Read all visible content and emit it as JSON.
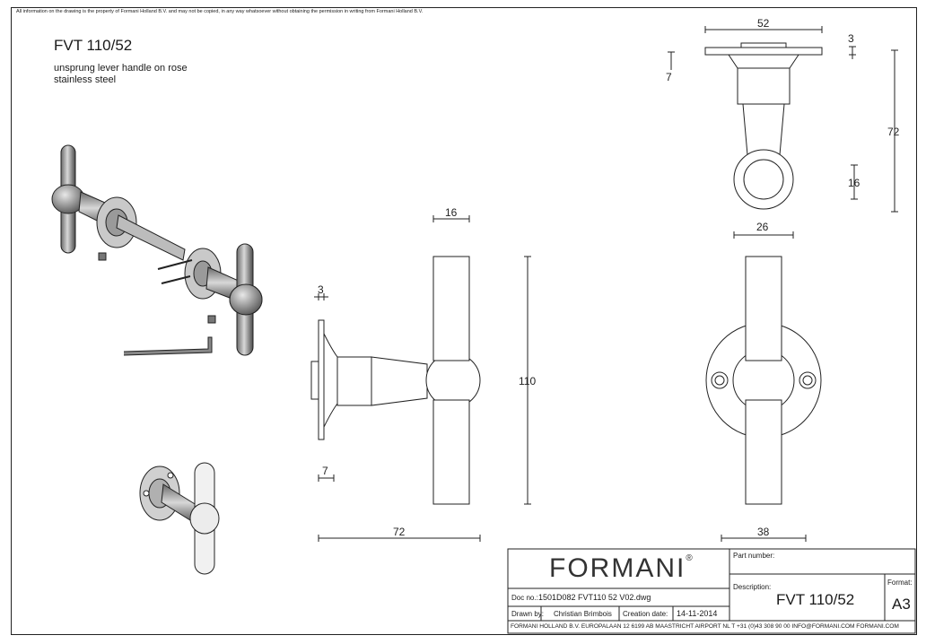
{
  "header": {
    "disclaimer": "All information on the drawing is the property of Formani Holland B.V. and may not be copied, in any way whatsoever without obtaining the permission in writing from Formani Holland B.V.",
    "title": "FVT 110/52",
    "description_line1": "unsprung lever handle on rose",
    "description_line2": "stainless steel"
  },
  "dimensions": {
    "top_width": "52",
    "top_thickness": "3",
    "top_step": "7",
    "top_height": "72",
    "top_ring": "16",
    "top_base": "26",
    "side_lever_width": "16",
    "side_plate": "3",
    "side_step": "7",
    "side_height": "110",
    "side_depth": "72",
    "front_width": "38"
  },
  "title_block": {
    "logo": "FORMANI",
    "logo_mark": "®",
    "part_number_label": "Part number:",
    "description_label": "Description:",
    "format_label": "Format:",
    "code": "FVT 110/52",
    "format": "A3",
    "doc_no_label": "Doc no.:",
    "doc_no": "1501D082 FVT110 52 V02.dwg",
    "drawn_by_label": "Drawn by:",
    "drawn_by": "Christian Brimbois",
    "creation_date_label": "Creation date:",
    "creation_date": "14-11-2014",
    "footer": "FORMANI HOLLAND B.V. EUROPALAAN 12 6199 AB MAASTRICHT AIRPORT NL T +31 (0)43 308 90 00  INFO@FORMANI.COM FORMANI.COM"
  }
}
